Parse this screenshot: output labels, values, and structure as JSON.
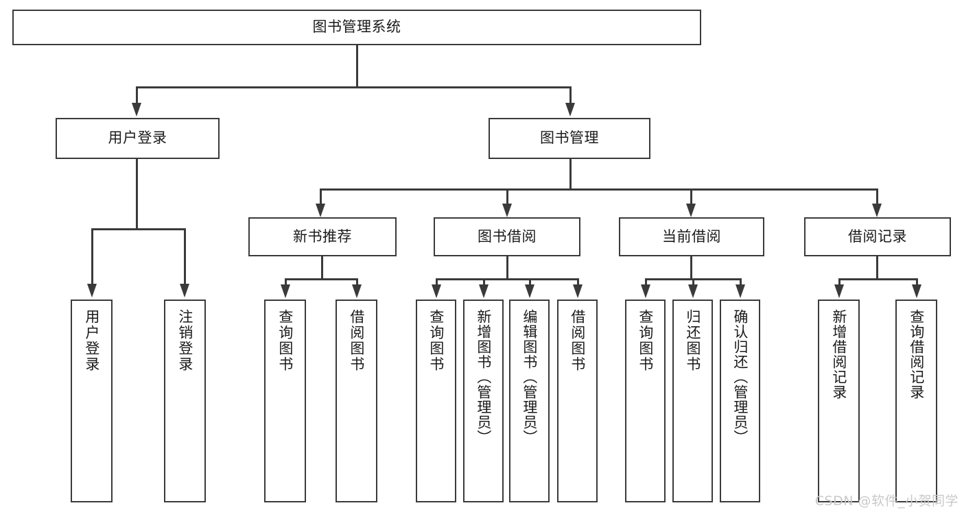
{
  "diagram": {
    "title": "图书管理系统",
    "type": "hierarchy-tree",
    "watermark": "CSDN @软件_小贺同学",
    "colors": {
      "stroke": "#3a3a3a",
      "fill": "#ffffff",
      "text": "#1a1a1a",
      "watermark": "#c9c9c9"
    }
  },
  "nodes": {
    "root": {
      "label": "图书管理系统"
    },
    "level2": [
      {
        "label": "用户登录"
      },
      {
        "label": "图书管理"
      }
    ],
    "level3": [
      {
        "label": "新书推荐"
      },
      {
        "label": "图书借阅"
      },
      {
        "label": "当前借阅"
      },
      {
        "label": "借阅记录"
      }
    ],
    "leaves": {
      "user_login": [
        {
          "label": "用户登录"
        },
        {
          "label": "注销登录"
        }
      ],
      "new_book_recommend": [
        {
          "label": "查询图书"
        },
        {
          "label": "借阅图书"
        }
      ],
      "book_borrow": [
        {
          "label": "查询图书"
        },
        {
          "label": "新增图书（管理员）"
        },
        {
          "label": "编辑图书（管理员）"
        },
        {
          "label": "借阅图书"
        }
      ],
      "current_borrow": [
        {
          "label": "查询图书"
        },
        {
          "label": "归还图书"
        },
        {
          "label": "确认归还（管理员）"
        }
      ],
      "borrow_record": [
        {
          "label": "新增借阅记录"
        },
        {
          "label": "查询借阅记录"
        }
      ]
    }
  }
}
